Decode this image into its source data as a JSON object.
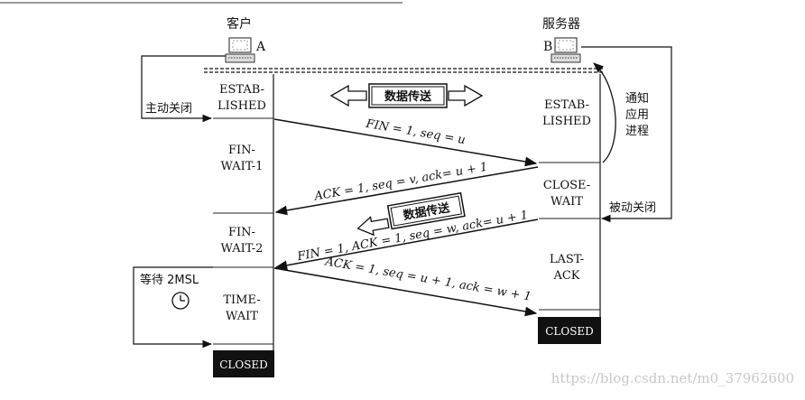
{
  "client": {
    "title": "客户",
    "id": "A"
  },
  "server": {
    "title": "服务器",
    "id": "B"
  },
  "client_states": {
    "established": [
      "ESTAB-",
      "LISHED"
    ],
    "fin_wait_1": [
      "FIN-",
      "WAIT-1"
    ],
    "fin_wait_2": [
      "FIN-",
      "WAIT-2"
    ],
    "time_wait": [
      "TIME-",
      "WAIT"
    ],
    "closed": "CLOSED"
  },
  "server_states": {
    "established": [
      "ESTAB-",
      "LISHED"
    ],
    "close_wait": [
      "CLOSE-",
      "WAIT"
    ],
    "last_ack": [
      "LAST-",
      "ACK"
    ],
    "closed": "CLOSED"
  },
  "messages": {
    "m1": "FIN = 1, seq = u",
    "m2": "ACK = 1, seq = v, ack= u + 1",
    "m3": "FIN = 1, ACK = 1, seq = w, ack= u + 1",
    "m4": "ACK = 1, seq = u + 1, ack = w + 1"
  },
  "labels": {
    "active_close": "主动关闭",
    "passive_close": "被动关闭",
    "notify_app": [
      "通知",
      "应用",
      "进程"
    ],
    "data_transfer_1": "数据传送",
    "data_transfer_2": "数据传送",
    "wait_2msl": "等待 2MSL"
  },
  "icons": {
    "client_host": "computer-icon",
    "server_host": "computer-icon",
    "timer": "clock-icon"
  },
  "watermark": "https://blog.csdn.net/m0_37962600"
}
